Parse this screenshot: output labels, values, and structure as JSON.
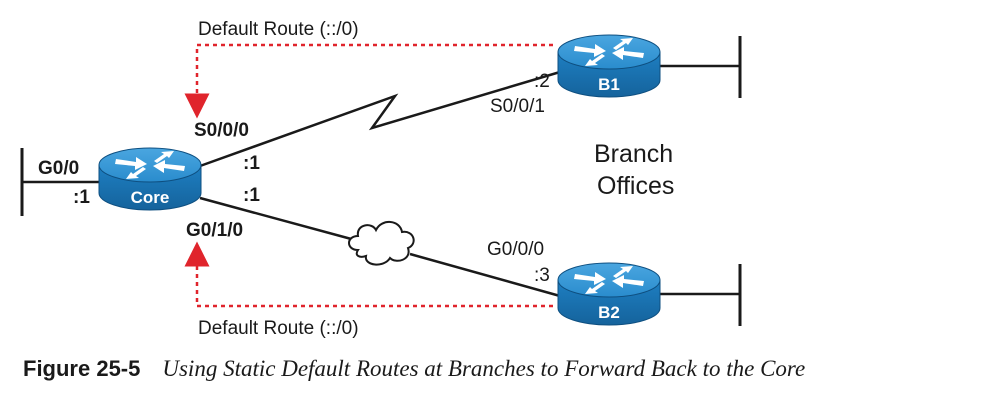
{
  "routers": {
    "core": "Core",
    "b1": "B1",
    "b2": "B2"
  },
  "labels": {
    "core_g0_0": "G0/0",
    "core_g0_0_addr": ":1",
    "core_s0_0_0": "S0/0/0",
    "core_s0_0_0_addr": ":1",
    "core_g0_1_0": "G0/1/0",
    "core_g0_1_0_addr": ":1",
    "b1_s0_0_1": "S0/0/1",
    "b1_addr": ":2",
    "b2_g0_0_0": "G0/0/0",
    "b2_addr": ":3",
    "branch_offices_line1": "Branch",
    "branch_offices_line2": "Offices",
    "default_route_top": "Default Route (::/0)",
    "default_route_bottom": "Default Route (::/0)"
  },
  "colors": {
    "router_body": "#1c7fc4",
    "router_top": "#3a9ad8",
    "default_route_arrow": "#e0242c"
  },
  "caption": {
    "label": "Figure 25-5",
    "text": "Using Static Default Routes at Branches to Forward Back to the Core"
  }
}
